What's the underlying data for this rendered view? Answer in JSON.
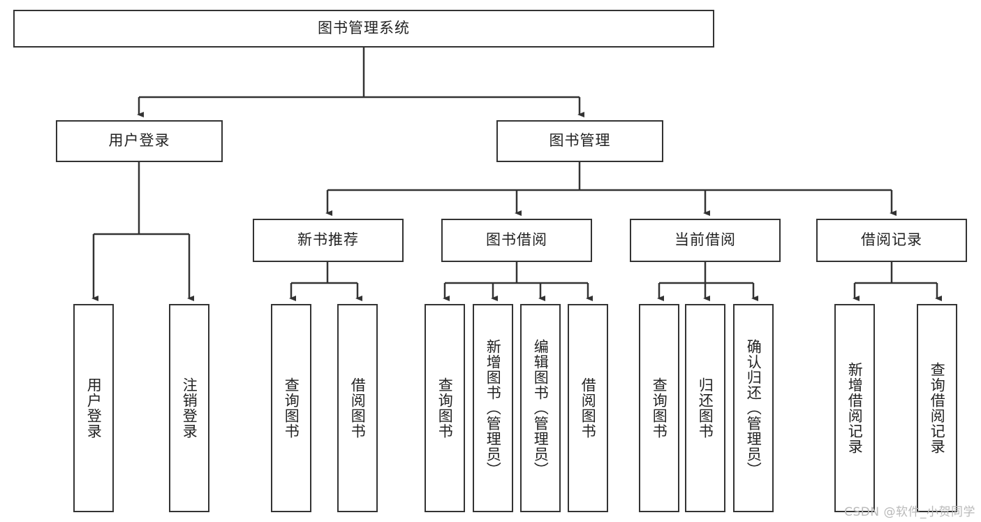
{
  "diagram": {
    "title": "图书管理系统",
    "type": "hierarchy-tree",
    "root": {
      "label": "图书管理系统"
    },
    "level2": [
      {
        "label": "用户登录"
      },
      {
        "label": "图书管理"
      }
    ],
    "level3": [
      {
        "label": "新书推荐"
      },
      {
        "label": "图书借阅"
      },
      {
        "label": "当前借阅"
      },
      {
        "label": "借阅记录"
      }
    ],
    "leaves": {
      "user_login": [
        {
          "label": "用户登录"
        },
        {
          "label": "注销登录"
        }
      ],
      "new_book_recommend": [
        {
          "label": "查询图书"
        },
        {
          "label": "借阅图书"
        }
      ],
      "book_borrow": [
        {
          "label": "查询图书"
        },
        {
          "label": "新增图书（管理员）"
        },
        {
          "label": "编辑图书（管理员）"
        },
        {
          "label": "借阅图书"
        }
      ],
      "current_borrow": [
        {
          "label": "查询图书"
        },
        {
          "label": "归还图书"
        },
        {
          "label": "确认归还（管理员）"
        }
      ],
      "borrow_record": [
        {
          "label": "新增借阅记录"
        },
        {
          "label": "查询借阅记录"
        }
      ]
    }
  },
  "watermark": {
    "text": "CSDN @软件_小贺同学"
  },
  "colors": {
    "stroke": "#333333",
    "background": "#ffffff",
    "text": "#222222",
    "watermark": "#b9b9b9"
  }
}
